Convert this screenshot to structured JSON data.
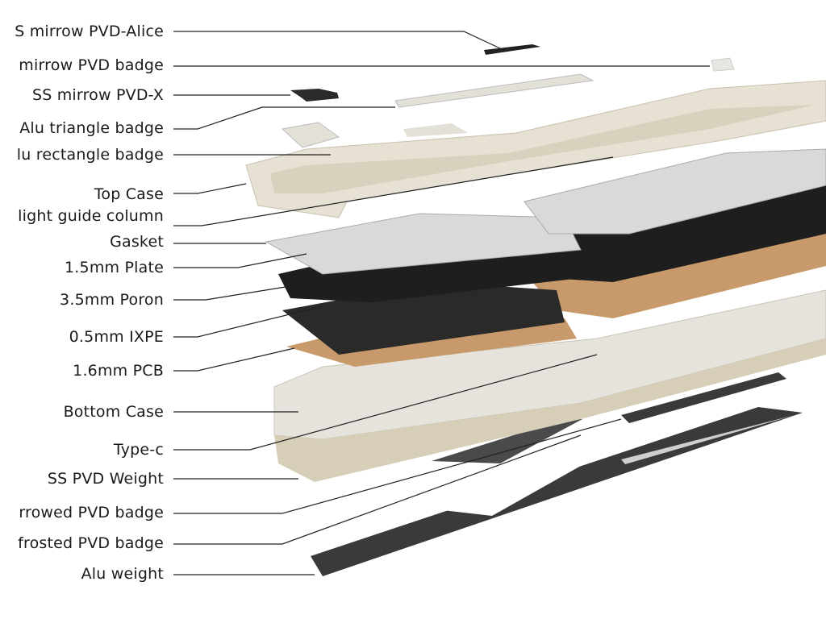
{
  "labels": [
    {
      "id": "ss-mirrow-pvd-alice",
      "text": "S mirrow PVD-Alice"
    },
    {
      "id": "mirrow-pvd-badge",
      "text": "mirrow PVD badge"
    },
    {
      "id": "ss-mirrow-pvd-x",
      "text": "SS mirrow PVD-X"
    },
    {
      "id": "alu-triangle-badge",
      "text": "Alu triangle badge"
    },
    {
      "id": "alu-rectangle-badge",
      "text": "lu rectangle badge"
    },
    {
      "id": "top-case",
      "text": "Top Case"
    },
    {
      "id": "light-guide-column",
      "text": "light guide column"
    },
    {
      "id": "gasket",
      "text": "Gasket"
    },
    {
      "id": "plate",
      "text": "1.5mm Plate"
    },
    {
      "id": "poron",
      "text": "3.5mm Poron"
    },
    {
      "id": "ixpe",
      "text": "0.5mm IXPE"
    },
    {
      "id": "pcb",
      "text": "1.6mm PCB"
    },
    {
      "id": "bottom-case",
      "text": "Bottom Case"
    },
    {
      "id": "type-c",
      "text": "Type-c"
    },
    {
      "id": "ss-pvd-weight",
      "text": "SS PVD Weight"
    },
    {
      "id": "mirrowed-pvd-badge",
      "text": "rrowed PVD badge"
    },
    {
      "id": "frosted-pvd-badge",
      "text": "frosted PVD badge"
    },
    {
      "id": "alu-weight",
      "text": "Alu weight"
    }
  ],
  "colors": {
    "case": "#e6e1d3",
    "plate": "#d9d9d9",
    "poron": "#1e1e1e",
    "pcb": "#c89a6b",
    "weight": "#3a3a3c",
    "line": "#222222"
  }
}
